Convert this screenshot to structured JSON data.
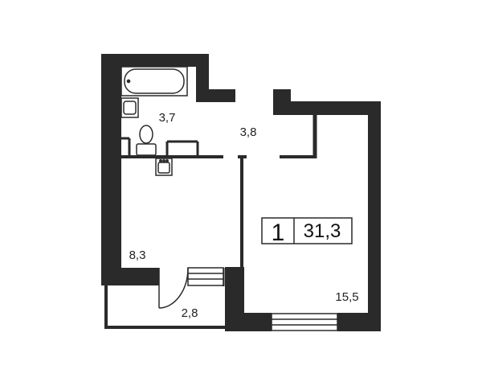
{
  "colors": {
    "wall": "#2a2a2a",
    "background": "#ffffff",
    "text": "#222222"
  },
  "apartment": {
    "rooms_count": "1",
    "total_area": "31,3"
  },
  "rooms": {
    "bathroom": "3,7",
    "hallway": "3,8",
    "kitchen": "8,3",
    "balcony": "2,8",
    "living_room": "15,5"
  }
}
